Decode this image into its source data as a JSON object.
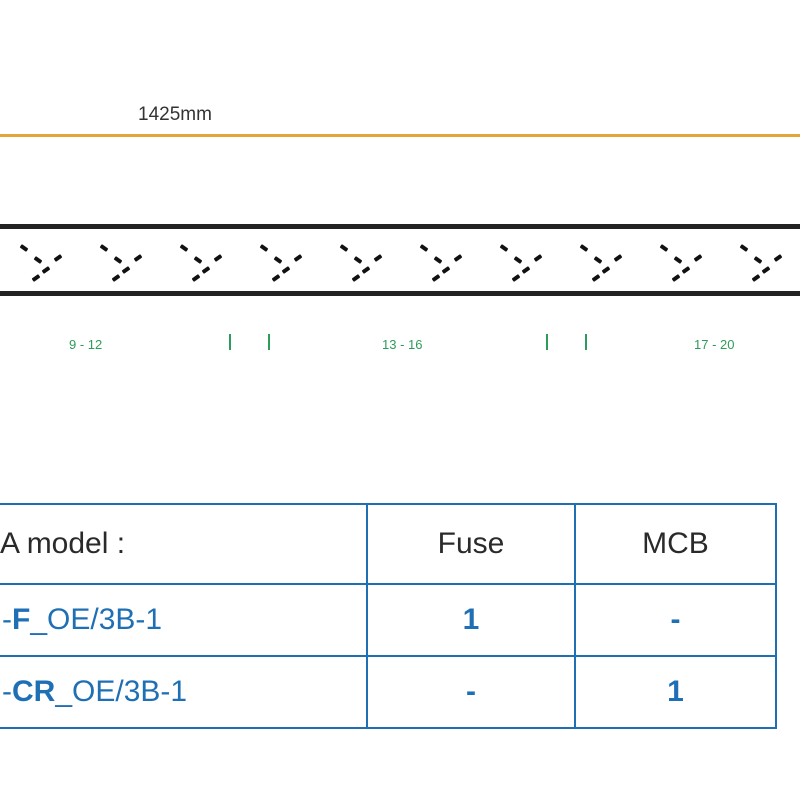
{
  "dimension": {
    "length_label": "1425mm",
    "line_color": "#e3a43c"
  },
  "positions": [
    "9 - 12",
    "13 - 16",
    "17 - 20"
  ],
  "table": {
    "header": {
      "model": "A model :",
      "fuse": "Fuse",
      "mcb": "MCB"
    },
    "rows": [
      {
        "prefix": "-",
        "code": "F",
        "suffix": "_OE/3B-1",
        "fuse": "1",
        "mcb": "-"
      },
      {
        "prefix": "-",
        "code": "CR",
        "suffix": "_OE/3B-1",
        "fuse": "-",
        "mcb": "1"
      }
    ],
    "border_color": "#1f6fb5"
  },
  "colors": {
    "accent": "#1f6fb5",
    "position_text": "#2d9c5a",
    "strip": "#222222"
  }
}
